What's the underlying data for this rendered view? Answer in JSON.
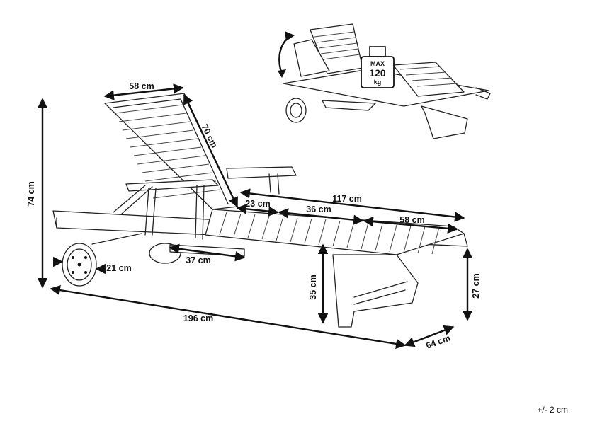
{
  "dimensions": {
    "backrest_width": "58 cm",
    "backrest_height": "70 cm",
    "overall_height": "74 cm",
    "seat_length": "117 cm",
    "segment_1": "23 cm",
    "segment_2": "36 cm",
    "segment_3": "58 cm",
    "wheel_diameter": "21 cm",
    "tray_length": "37 cm",
    "leg_height": "35 cm",
    "seat_height": "27 cm",
    "overall_length": "196 cm",
    "overall_width": "64 cm"
  },
  "load_badge": {
    "max_label": "MAX",
    "value": "120",
    "unit": "kg"
  },
  "tolerance": "+/- 2 cm"
}
